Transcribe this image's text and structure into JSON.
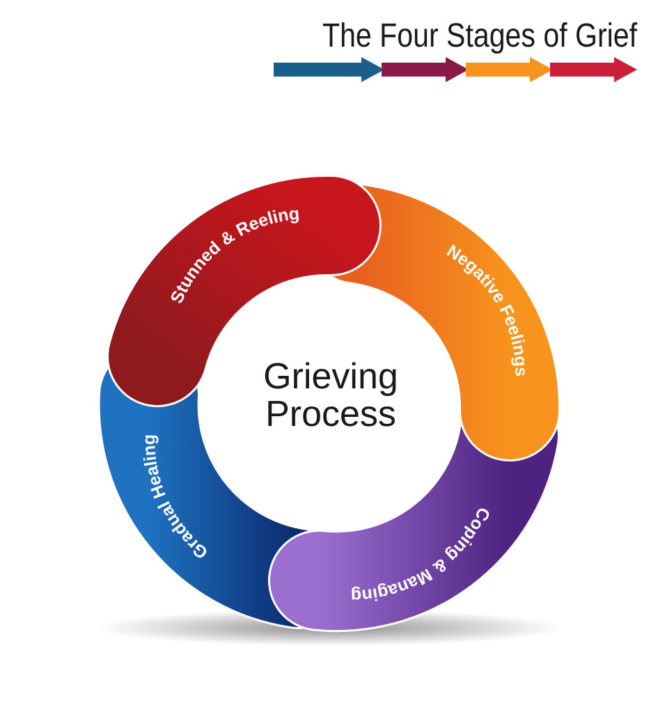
{
  "title": "The Four Stages of Grief",
  "center": {
    "line1": "Grieving",
    "line2": "Process"
  },
  "stages": [
    {
      "label": "Stunned & Reeling",
      "color_start": "#8e1a1e",
      "color_end": "#c8161d"
    },
    {
      "label": "Negative Feelings",
      "color_start": "#e8601f",
      "color_end": "#f8941d"
    },
    {
      "label": "Coping & Managing",
      "color_start": "#9a6fd0",
      "color_end": "#4e2280"
    },
    {
      "label": "Gradual Healing",
      "color_start": "#1e72c0",
      "color_end": "#0c2a6e"
    }
  ],
  "arrow_colors": [
    "#1a5f8a",
    "#8a1a48",
    "#f7931e",
    "#cc1e3a"
  ]
}
